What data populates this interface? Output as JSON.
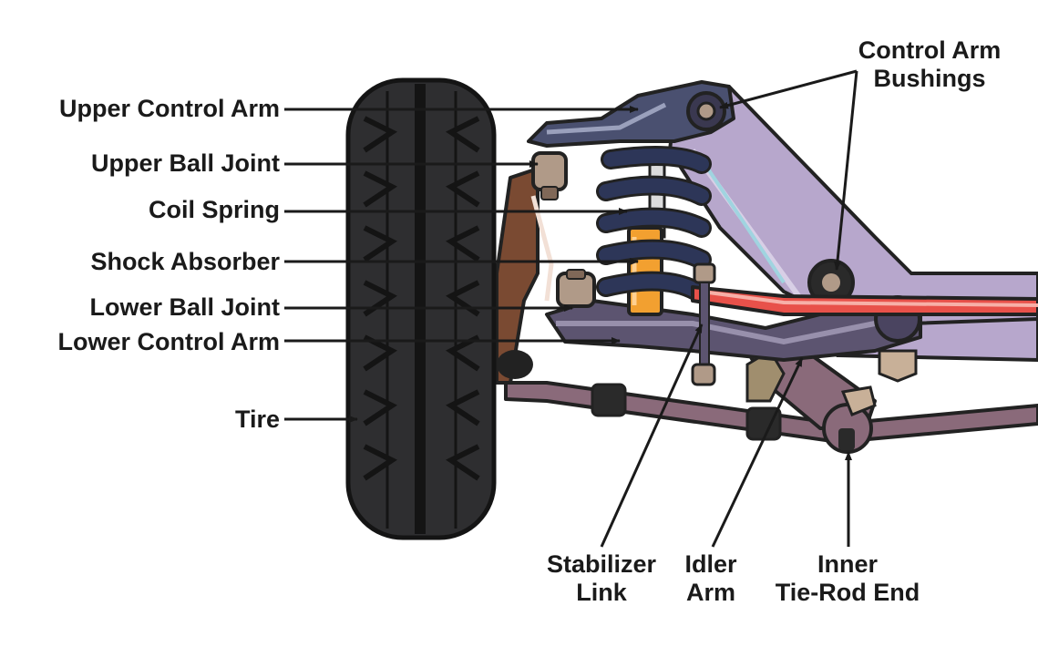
{
  "labels": {
    "upper_control_arm": "Upper Control Arm",
    "upper_ball_joint": "Upper Ball Joint",
    "coil_spring": "Coil Spring",
    "shock_absorber": "Shock Absorber",
    "lower_ball_joint": "Lower Ball Joint",
    "lower_control_arm": "Lower Control Arm",
    "tire": "Tire",
    "control_arm_bushings_line1": "Control Arm",
    "control_arm_bushings_line2": "Bushings",
    "stabilizer_link_line1": "Stabilizer",
    "stabilizer_link_line2": "Link",
    "idler_arm_line1": "Idler",
    "idler_arm_line2": "Arm",
    "inner_tie_rod_end_line1": "Inner",
    "inner_tie_rod_end_line2": "Tie-Rod End"
  },
  "colors": {
    "tire": "#2e2e30",
    "tread": "#141414",
    "control_arm": "#4a5070",
    "frame": "#b7a7cc",
    "spring": "#2d3658",
    "shock": "#f2a030",
    "stabilizer_bar": "#e8514a",
    "knuckle": "#7a4a32",
    "tie_rod": "#8a6a7a",
    "label": "#1a1a1a"
  }
}
